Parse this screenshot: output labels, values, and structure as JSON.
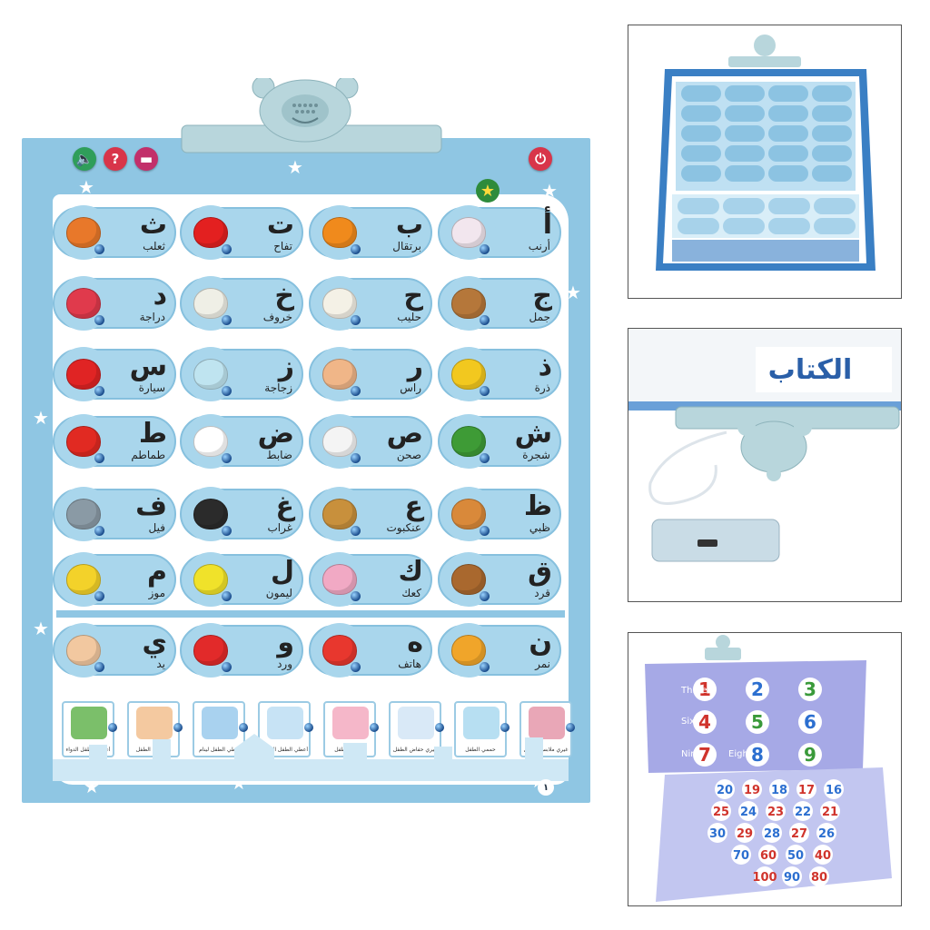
{
  "poster": {
    "page_number": "١",
    "top_icons": [
      {
        "name": "speaker-icon",
        "glyph": "🔈",
        "color": "#2f9e5a"
      },
      {
        "name": "question-icon",
        "glyph": "?",
        "color": "#d8354a"
      },
      {
        "name": "book-icon",
        "glyph": "▬",
        "color": "#c22f6a"
      },
      {
        "name": "power-icon",
        "glyph": "⏻",
        "color": "#d8354a"
      }
    ],
    "letters": [
      {
        "letter": "أ",
        "word": "أرنب",
        "icon": "rabbit-icon",
        "color": "#f2e6ee"
      },
      {
        "letter": "ب",
        "word": "برتقال",
        "icon": "orange-icon",
        "color": "#f08a1c"
      },
      {
        "letter": "ت",
        "word": "تفاح",
        "icon": "apple-icon",
        "color": "#e32020"
      },
      {
        "letter": "ث",
        "word": "ثعلب",
        "icon": "fox-icon",
        "color": "#e8782a"
      },
      {
        "letter": "ج",
        "word": "جمل",
        "icon": "camel-icon",
        "color": "#b5773a"
      },
      {
        "letter": "ح",
        "word": "حليب",
        "icon": "milk-icon",
        "color": "#f4f1e6"
      },
      {
        "letter": "خ",
        "word": "خروف",
        "icon": "sheep-icon",
        "color": "#efefe6"
      },
      {
        "letter": "د",
        "word": "دراجة",
        "icon": "bicycle-icon",
        "color": "#e03a4c"
      },
      {
        "letter": "ذ",
        "word": "ذرة",
        "icon": "corn-icon",
        "color": "#f2c81f"
      },
      {
        "letter": "ر",
        "word": "راس",
        "icon": "head-icon",
        "color": "#f0b688"
      },
      {
        "letter": "ز",
        "word": "زجاجة",
        "icon": "bottle-icon",
        "color": "#bfe4f0"
      },
      {
        "letter": "س",
        "word": "سيارة",
        "icon": "car-icon",
        "color": "#e02424"
      },
      {
        "letter": "ش",
        "word": "شجرة",
        "icon": "tree-icon",
        "color": "#3e9b36"
      },
      {
        "letter": "ص",
        "word": "صحن",
        "icon": "plate-icon",
        "color": "#f4f4f4"
      },
      {
        "letter": "ض",
        "word": "ضابط",
        "icon": "officer-icon",
        "color": "#ffffff"
      },
      {
        "letter": "ط",
        "word": "طماطم",
        "icon": "tomato-icon",
        "color": "#e12a22"
      },
      {
        "letter": "ظ",
        "word": "ظبي",
        "icon": "deer-icon",
        "color": "#d9893a"
      },
      {
        "letter": "ع",
        "word": "عنكبوت",
        "icon": "spider-icon",
        "color": "#c8903c"
      },
      {
        "letter": "غ",
        "word": "غراب",
        "icon": "crow-icon",
        "color": "#2b2b2b"
      },
      {
        "letter": "ف",
        "word": "فيل",
        "icon": "elephant-icon",
        "color": "#8a9aa5"
      },
      {
        "letter": "ق",
        "word": "قرد",
        "icon": "monkey-icon",
        "color": "#a9682e"
      },
      {
        "letter": "ك",
        "word": "كعك",
        "icon": "cake-icon",
        "color": "#f1a9c4"
      },
      {
        "letter": "ل",
        "word": "ليمون",
        "icon": "lemon-icon",
        "color": "#f0e22a"
      },
      {
        "letter": "م",
        "word": "موز",
        "icon": "banana-icon",
        "color": "#f3d22a"
      },
      {
        "letter": "ن",
        "word": "نمر",
        "icon": "tiger-icon",
        "color": "#f0a52a"
      },
      {
        "letter": "ه",
        "word": "هاتف",
        "icon": "phone-icon",
        "color": "#e8372e"
      },
      {
        "letter": "و",
        "word": "ورد",
        "icon": "flower-icon",
        "color": "#e22a2a"
      },
      {
        "letter": "ي",
        "word": "يد",
        "icon": "hand-icon",
        "color": "#f2c8a0"
      }
    ],
    "phrases": [
      {
        "text": "أعطي الطفل الدواء",
        "color": "#7bbf6a"
      },
      {
        "text": "ألعب مع الطفل",
        "color": "#f4c9a0"
      },
      {
        "text": "غطي الطفل لينام",
        "color": "#a9d2ef"
      },
      {
        "text": "أعطي الطفل الحليب",
        "color": "#c7e3f5"
      },
      {
        "text": "ألبسي الطفل",
        "color": "#f5b7c9"
      },
      {
        "text": "غيري حفاض الطفل",
        "color": "#d9e9f7"
      },
      {
        "text": "حممي الطفل",
        "color": "#b7dff2"
      },
      {
        "text": "غيري ملابس الطفل",
        "color": "#e9a7b7"
      }
    ]
  },
  "panels": {
    "panel2_header": "الكتاب",
    "panel3_numbers_top": [
      "3",
      "2",
      "1",
      "6",
      "5",
      "4",
      "9",
      "8",
      "7"
    ],
    "panel3_words_top": [
      "Three",
      "Six",
      "Eight",
      "Nine"
    ],
    "panel3_numbers_bottom": [
      "16",
      "17",
      "18",
      "19",
      "20",
      "21",
      "22",
      "23",
      "24",
      "25",
      "26",
      "27",
      "28",
      "29",
      "30",
      "40",
      "50",
      "60",
      "70",
      "80",
      "90",
      "100"
    ]
  }
}
